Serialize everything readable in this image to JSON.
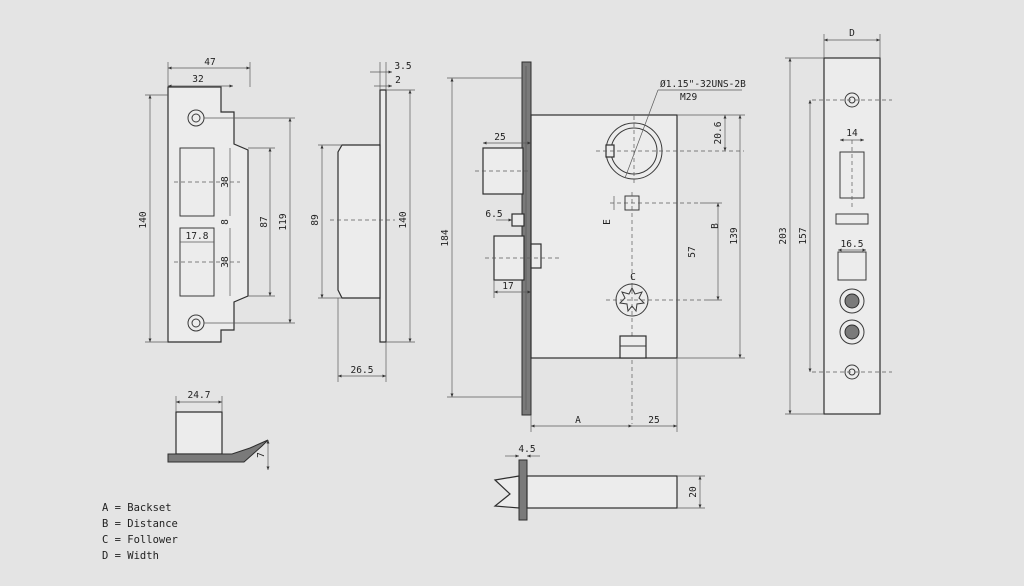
{
  "strike_plate": {
    "width_total": "47",
    "width_inner": "32",
    "height": "140",
    "pocket_upper": "38",
    "gap": "8",
    "pocket_width": "17.8",
    "pocket_lower": "38",
    "span_inner": "87",
    "span_outer": "119"
  },
  "side_view": {
    "plate_t": "3.5",
    "plate_t2": "2",
    "body_h": "89",
    "plate_h": "140",
    "depth": "26.5"
  },
  "lock_body": {
    "bolt_len": "25",
    "tail": "6.5",
    "latch": "17",
    "front_h": "184",
    "thread_callout": "Ø1.15\"-32UNS-2B",
    "thread_metric": "M29",
    "cyl_offset": "20.6",
    "label_e": "E",
    "label_b": "B",
    "label_c": "C",
    "total_h": "139",
    "hub_gap": "57",
    "label_a": "A",
    "a_tail": "25"
  },
  "faceplate": {
    "label_d": "D",
    "width": "14",
    "hole_w": "16.5",
    "total_h": "203",
    "inner_h": "157"
  },
  "small_part": {
    "width": "24.7",
    "tab": "7"
  },
  "bolt_part": {
    "offset": "4.5",
    "thickness": "20"
  },
  "legend": [
    {
      "key": "A",
      "text": "A = Backset"
    },
    {
      "key": "B",
      "text": "B = Distance"
    },
    {
      "key": "C",
      "text": "C = Follower"
    },
    {
      "key": "D",
      "text": "D = Width"
    }
  ]
}
